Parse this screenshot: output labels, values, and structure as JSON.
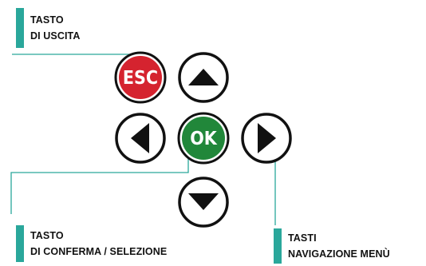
{
  "labels": {
    "exit": {
      "line1": "TASTO",
      "line2": "DI USCITA"
    },
    "confirm": {
      "line1": "TASTO",
      "line2": "DI CONFERMA / SELEZIONE"
    },
    "navigation": {
      "line1": "TASTI",
      "line2": "NAVIGAZIONE MENÙ"
    }
  },
  "buttons": {
    "esc": {
      "label": "ESC",
      "color": "#d5232f"
    },
    "ok": {
      "label": "OK",
      "color": "#21873a"
    },
    "up": {
      "icon": "arrow-up-icon"
    },
    "down": {
      "icon": "arrow-down-icon"
    },
    "left": {
      "icon": "arrow-left-icon"
    },
    "right": {
      "icon": "arrow-right-icon"
    }
  },
  "colors": {
    "accent": "#2aa79b",
    "leader_line": "#2aa79b",
    "outline": "#111111"
  }
}
